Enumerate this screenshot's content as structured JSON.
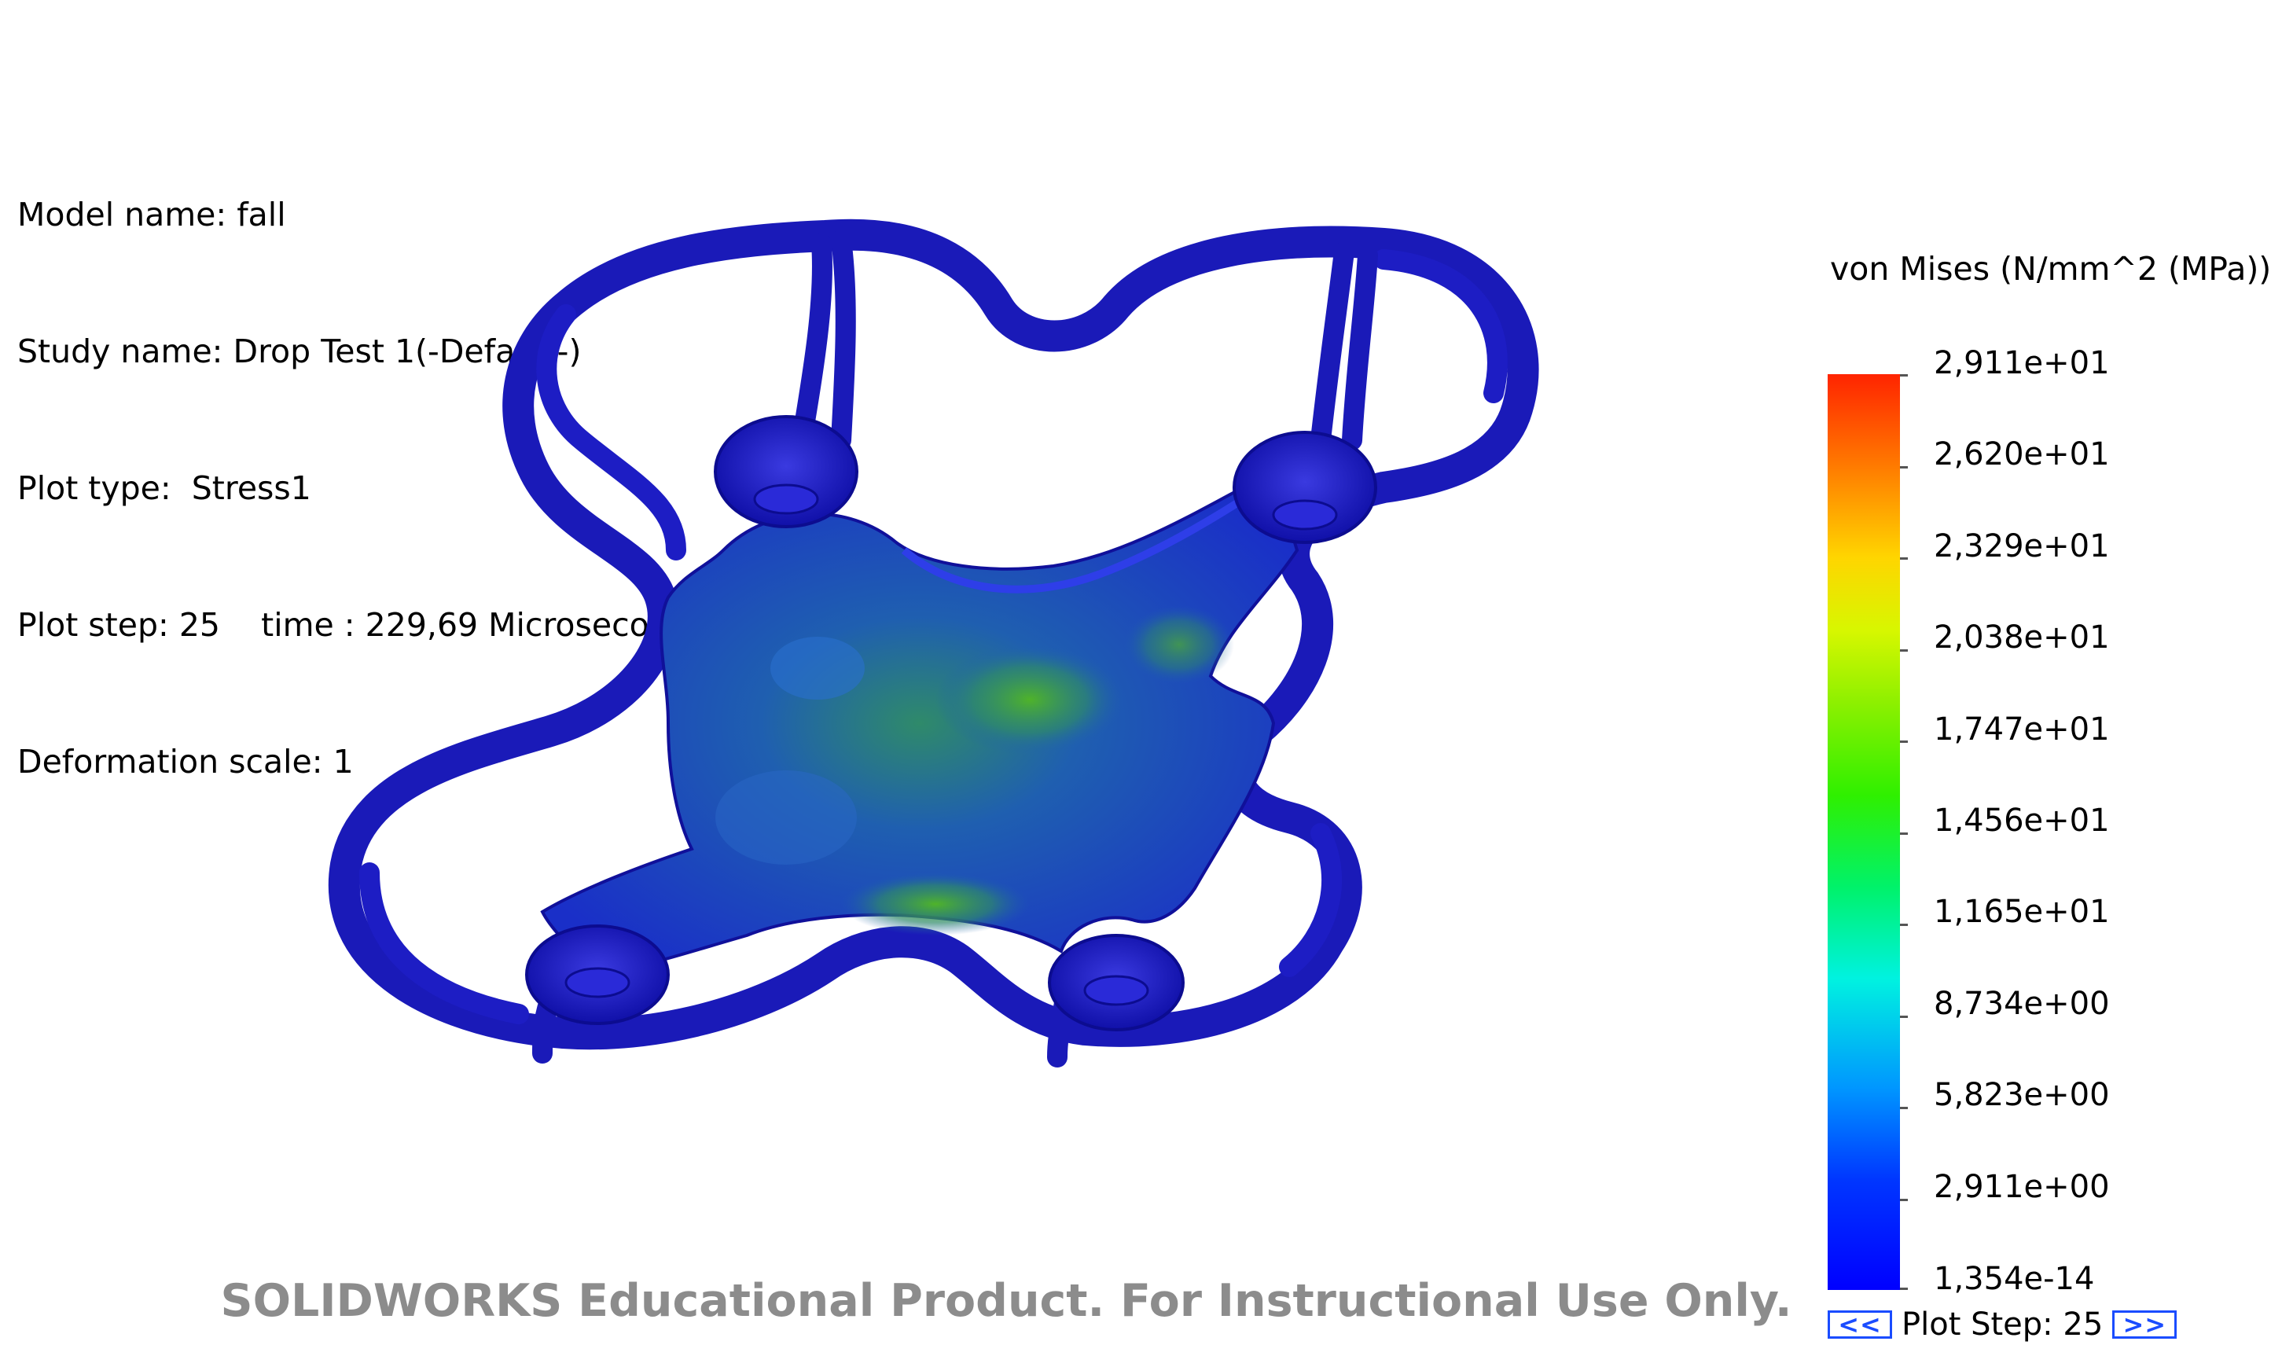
{
  "info": {
    "model_name": "Model name: fall",
    "study_name": "Study name: Drop Test 1(-Default-)",
    "plot_type": "Plot type:  Stress1",
    "plot_step": "Plot step: 25    time : 229,69 Microseconds",
    "deformation_scale": "Deformation scale: 1"
  },
  "legend": {
    "title": "von Mises (N/mm^2 (MPa))",
    "labels": [
      "2,911e+01",
      "2,620e+01",
      "2,329e+01",
      "2,038e+01",
      "1,747e+01",
      "1,456e+01",
      "1,165e+01",
      "8,734e+00",
      "5,823e+00",
      "2,911e+00",
      "1,354e-14"
    ]
  },
  "plot_step_control": {
    "prev_label": "<<",
    "text": "Plot Step: 25",
    "next_label": ">>"
  },
  "watermark": "SOLIDWORKS Educational Product. For Instructional Use Only.",
  "colors": {
    "frame": "#1a1ab8",
    "max_stress": "#ff2400",
    "min_stress": "#0000ff",
    "button_border": "#1a4cff"
  },
  "icons": {
    "model": "drone-frame-stress-render"
  }
}
